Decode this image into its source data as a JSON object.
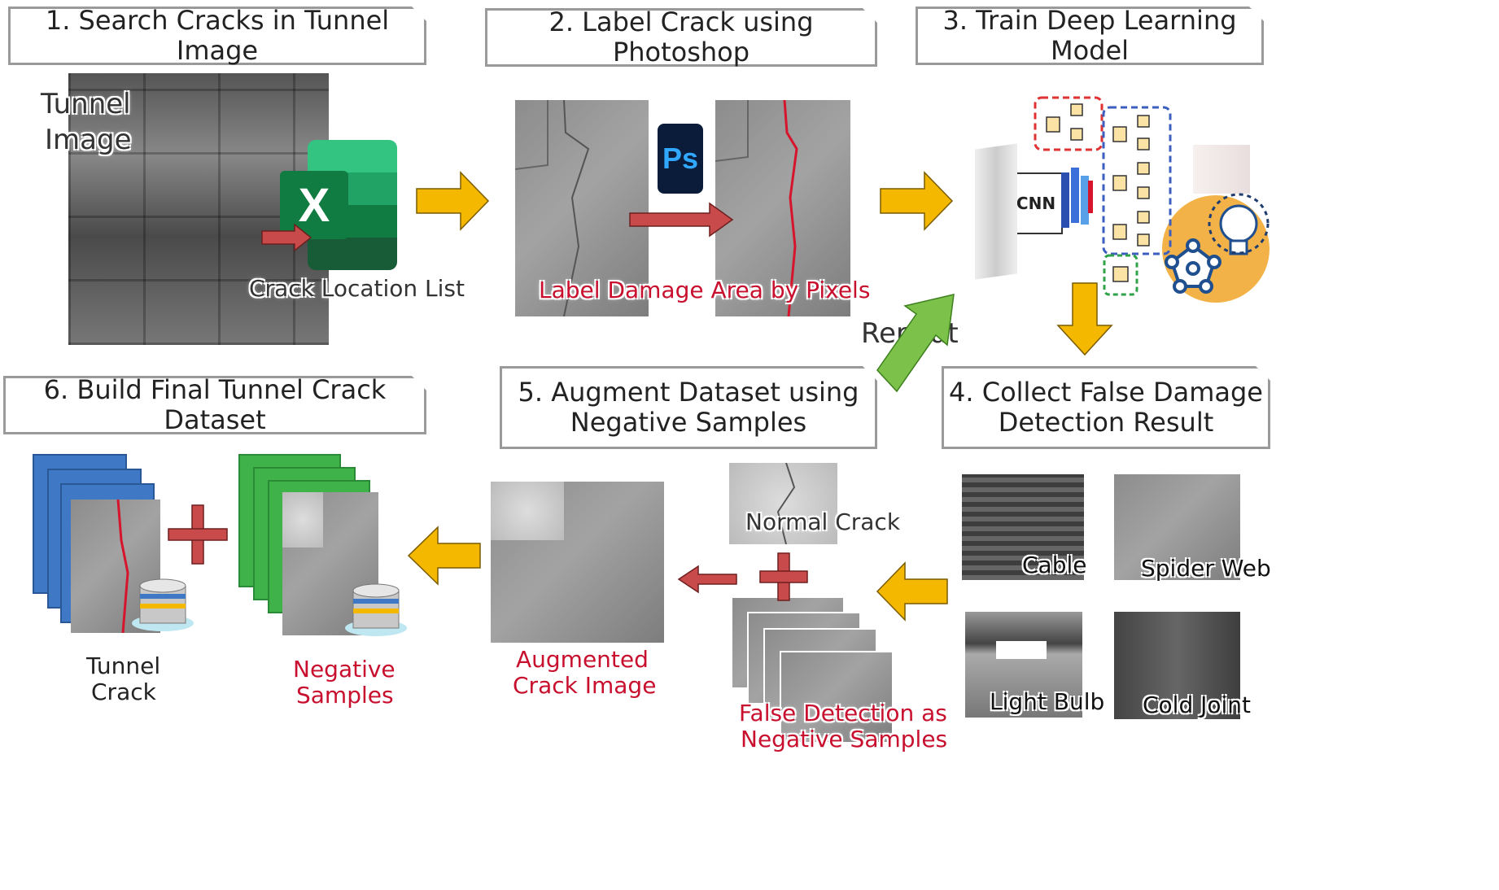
{
  "steps": {
    "s1": "1. Search Cracks in Tunnel Image",
    "s2": "2. Label Crack using Photoshop",
    "s3": "3. Train Deep Learning Model",
    "s4_line1": "4. Collect False Damage",
    "s4_line2": "Detection Result",
    "s5_line1": "5. Augment Dataset using",
    "s5_line2": "Negative Samples",
    "s6": "6. Build Final Tunnel Crack Dataset"
  },
  "labels": {
    "tunnel_image_line1": "Tunnel",
    "tunnel_image_line2": "Image",
    "excel_letter": "X",
    "crack_location_list": "Crack Location List",
    "ps_logo": "Ps",
    "label_damage": "Label Damage Area by Pixels",
    "cnn": "CNN",
    "repeat": "Repeat",
    "cable": "Cable",
    "spider_web": "Spider Web",
    "light_bulb": "Light Bulb",
    "cold_joint": "Cold Joint",
    "normal_crack": "Normal Crack",
    "false_detection_line1": "False Detection as",
    "false_detection_line2": "Negative Samples",
    "augmented_line1": "Augmented",
    "augmented_line2": "Crack Image",
    "tunnel_crack_line1": "Tunnel",
    "tunnel_crack_line2": "Crack",
    "negative_samples_line1": "Negative",
    "negative_samples_line2": "Samples"
  },
  "colors": {
    "flow_arrow": "#f5b800",
    "transfer_arrow": "#c94a4a",
    "repeat_arrow": "#7cc24a",
    "crack_red": "#d6142b",
    "excel_green": "#1e7d45",
    "ps_navy": "#0b1c3a",
    "ps_blue": "#31a8ff",
    "stack_blue": "#3f78c4",
    "stack_green": "#3fb34a"
  },
  "icons": [
    "excel-icon",
    "photoshop-icon",
    "cnn-icon",
    "lightbulb-icon",
    "network-icon",
    "database-icon",
    "plus-icon"
  ]
}
